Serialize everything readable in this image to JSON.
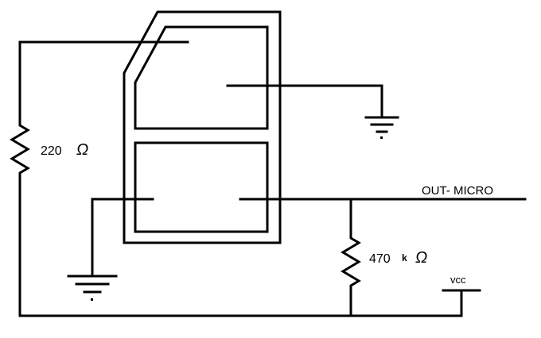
{
  "labels": {
    "r1_value": "220",
    "r1_unit": "Ω",
    "r2_value": "470",
    "r2_prefix": "k",
    "r2_unit": "Ω",
    "output": "OUT- MICRO",
    "supply": "vcc"
  },
  "colors": {
    "line": "#000000",
    "background": "#ffffff"
  },
  "icons": {
    "ground_symbol": "ground-icon",
    "resistor_symbol": "resistor-icon",
    "sensor_symbol": "optical-interrupter-icon"
  }
}
